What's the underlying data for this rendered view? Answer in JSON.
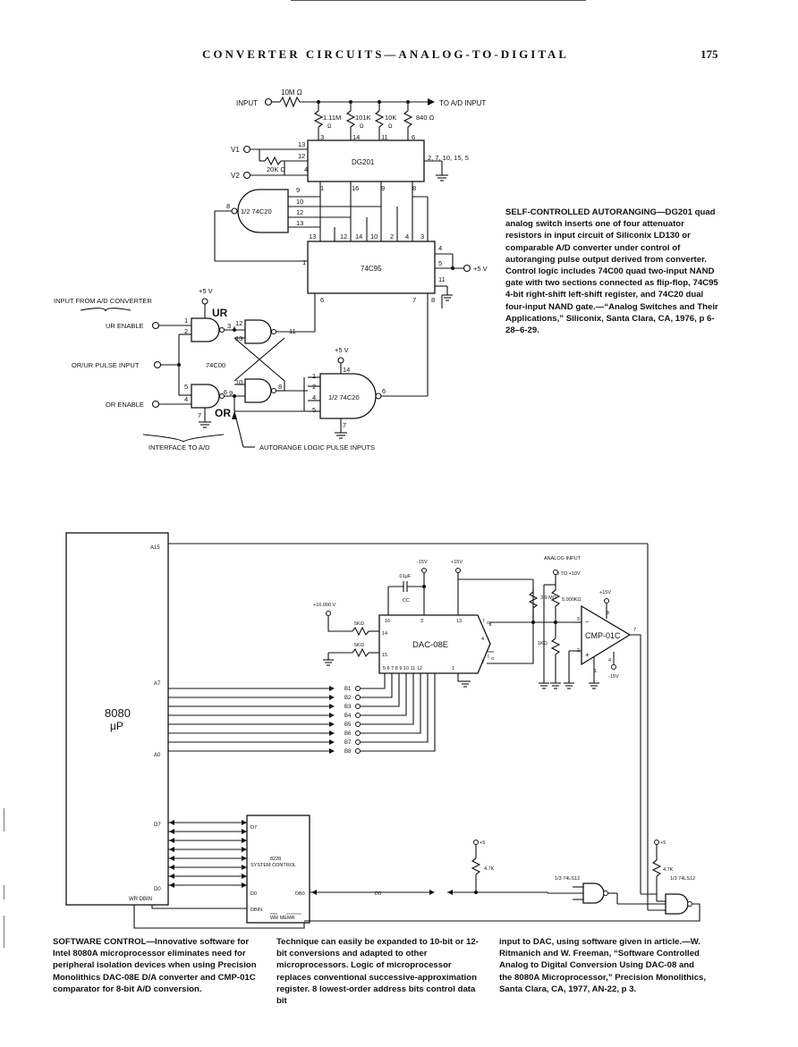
{
  "header": {
    "running_title": "CONVERTER CIRCUITS—ANALOG-TO-DIGITAL",
    "page_number": "175"
  },
  "figure1": {
    "caption": "SELF-CONTROLLED AUTORANGING—DG201 quad analog switch inserts one of four attenuator resistors in input circuit of Siliconix LD130 or comparable A/D converter under control of autoranging pulse output derived from converter. Control logic includes 74C00 quad two-input NAND gate with two sections connected as flip-flop, 74C95 4-bit right-shift left-shift register, and 74C20 dual four-input NAND gate.—“Analog Switches and Their Applications,” Siliconix, Santa Clara, CA, 1976, p 6-28–6-29.",
    "labels": {
      "input": "INPUT",
      "r_series": "10M Ω",
      "to_ad_input": "TO A/D INPUT",
      "r1": "1.11M",
      "r2": "101K",
      "r3": "10K",
      "r4": "840 Ω",
      "omega": "Ω",
      "v1": "V1",
      "v2": "V2",
      "r_20k": "20K Ω",
      "dg201": "DG201",
      "dg201_pins": "2, 7, 10, 15, 5",
      "gate_top": "1/2 74C20",
      "shift_reg": "74C95",
      "plus5v": "+5 V",
      "plus5v_b": "+5 V",
      "plus5v_c": "+5 V",
      "input_from_adc": "INPUT FROM A/D CONVERTER",
      "ur_enable": "UR ENABLE",
      "or_ur_pulse": "OR/UR PULSE INPUT",
      "or_enable": "OR ENABLE",
      "ur": "UR",
      "or": "OR",
      "quad_nand": "74C00",
      "gate_bottom": "1/2 74C20",
      "interface": "INTERFACE TO A/D",
      "autorange": "AUTORANGE LOGIC PULSE INPUTS"
    }
  },
  "figure2": {
    "caption_col1": "SOFTWARE CONTROL—Innovative software for Intel 8080A microprocessor eliminates need for peripheral isolation devices when using Precision Monolithics DAC-08E D/A converter and CMP-01C comparator for 8-bit A/D conversion.",
    "caption_col2": "Technique can easily be expanded to 10-bit or 12-bit conversions and adapted to other microprocessors. Logic of microprocessor replaces conventional successive-approximation register. 8 lowest-order address bits control data bit",
    "caption_col3": "input to DAC, using software given in article.—W. Ritmanich and W. Freeman, “Software Controlled Analog to Digital Conversion Using DAC-08 and the 8080A Microprocessor,” Precision Monolithics, Santa Clara, CA, 1977, AN-22, p 3.",
    "labels": {
      "cpu": "8080",
      "cpu_sub": "μP",
      "a15": "A15",
      "a7": "A7",
      "a0": "A0",
      "d7": "D7",
      "d0": "D0",
      "wr_dbin": "WR  DBIN",
      "ref_v": "+10.000 V",
      "r5k_a": "5KΩ",
      "r5k_b": "5KΩ",
      "neg15": "-15V",
      "pos15": "+15V",
      "cap_val": ".01μF",
      "cap_name": "CC",
      "dac": "DAC-08E",
      "dac_pins": "5  6  7  8  9  10  11  12",
      "r39": "3.9 MΩ",
      "analog_input": "ANALOG INPUT",
      "analog_range": "0 TO +10V",
      "r5000": "5.000KΩ",
      "r1k": "1KΩ",
      "comparator": "CMP-01C",
      "pos15b": "+15V",
      "neg15b": "-15V",
      "bits": [
        "B1",
        "B2",
        "B3",
        "B4",
        "B5",
        "B6",
        "B7",
        "B8"
      ],
      "sys_ctrl_num": "8228",
      "sys_ctrl": "SYSTEM CONTROL",
      "sc_d7": "D7",
      "sc_d0": "D0",
      "sc_db0": "DB0",
      "sc_dbin": "DBIN",
      "sc_wr_memr": "WR  MEMR",
      "d0_bus": "D0",
      "plus5_a": "+5",
      "plus5_b": "+5",
      "r47_a": "4.7K",
      "r47_b": "4.7K",
      "ls12_a": "1/3 74LS12",
      "ls12_b": "1/3 74LS12"
    }
  }
}
